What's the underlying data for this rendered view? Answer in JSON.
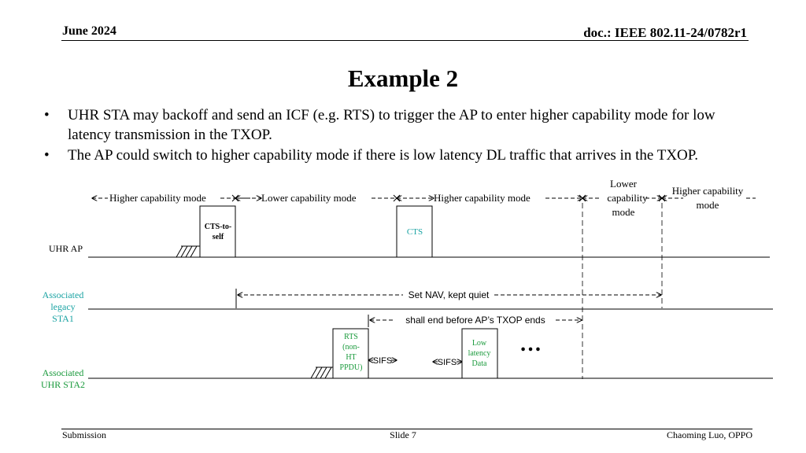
{
  "header": {
    "date": "June 2024",
    "doc": "doc.: IEEE 802.11-24/0782r1"
  },
  "title": "Example 2",
  "bullets": [
    "UHR STA may backoff and send an ICF (e.g. RTS) to trigger the AP to enter higher capability mode for low latency transmission in the TXOP.",
    "The AP could switch to higher capability mode if there is low latency DL traffic that arrives in the TXOP."
  ],
  "bullet_glyph": "•",
  "diagram": {
    "modes": {
      "higher1": "Higher capability mode",
      "lower1": "Lower capability mode",
      "higher2": "Higher capability mode",
      "lower2": [
        "Lower",
        "capability",
        "mode"
      ],
      "higher3": [
        "Higher capability",
        "mode"
      ]
    },
    "rows": {
      "ap": "UHR AP",
      "legacy": [
        "Associated",
        "legacy",
        "STA1"
      ],
      "uhr": [
        "Associated",
        "UHR STA2"
      ]
    },
    "frames": {
      "cts_to_self": [
        "CTS-to-",
        "self"
      ],
      "cts": "CTS",
      "rts": [
        "RTS",
        "(non-",
        "HT",
        "PPDU)"
      ],
      "low_latency": [
        "Low",
        "latency",
        "Data"
      ]
    },
    "annotations": {
      "nav": "Set NAV, kept quiet",
      "txop": "shall end before AP’s TXOP ends",
      "sifs1": "SIFS",
      "sifs2": "SIFS",
      "ellipsis": "…"
    },
    "colors": {
      "teal": "#1aa3a3",
      "green": "#1a9a3c"
    }
  },
  "footer": {
    "left": "Submission",
    "mid": "Slide 7",
    "right": "Chaoming Luo, OPPO"
  }
}
